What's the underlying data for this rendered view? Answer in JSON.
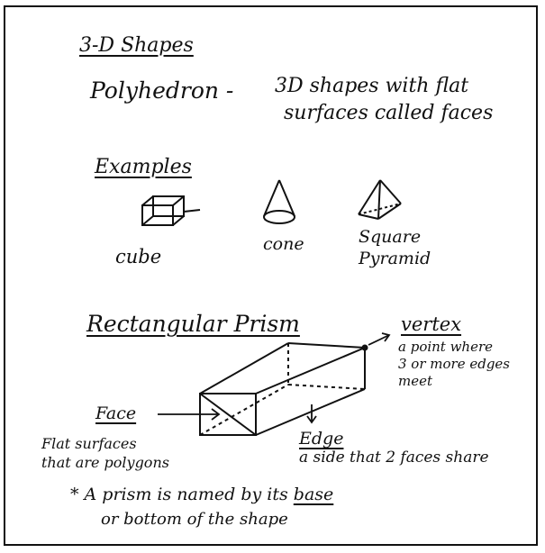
{
  "title": "3-D Shapes",
  "definition": {
    "term": "Polyhedron -",
    "line1": "3D shapes with flat",
    "line2": "surfaces called faces"
  },
  "examples": {
    "heading": "Examples",
    "items": [
      {
        "label": "cube",
        "icon": "cube-sketch-icon"
      },
      {
        "label": "cone",
        "icon": "cone-sketch-icon"
      },
      {
        "label_line1": "Square",
        "label_line2": "Pyramid",
        "icon": "pyramid-sketch-icon"
      }
    ]
  },
  "prism": {
    "heading": "Rectangular Prism",
    "vertex": {
      "term": "vertex",
      "desc1": "a point where",
      "desc2": "3 or more edges",
      "desc3": "meet"
    },
    "face": {
      "term": "Face",
      "desc1": "Flat surfaces",
      "desc2": "that are polygons"
    },
    "edge": {
      "term": "Edge",
      "desc1": "a side that 2 faces share"
    }
  },
  "note": {
    "line1_prefix": "* A prism is named by its",
    "line1_emph": "base",
    "line2": "or bottom of the shape"
  }
}
